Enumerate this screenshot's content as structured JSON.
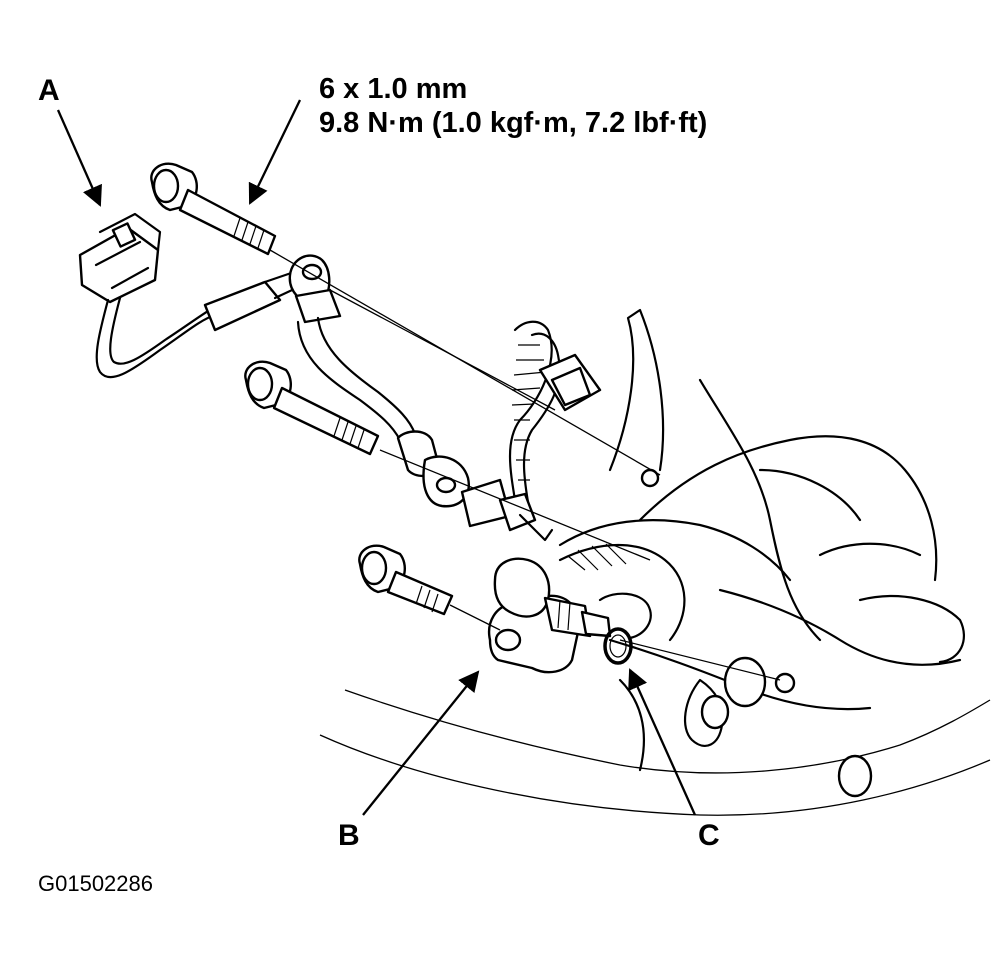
{
  "callouts": {
    "a": "A",
    "b": "B",
    "c": "C"
  },
  "bolt_spec": {
    "size": "6 x 1.0 mm",
    "torque": "9.8 N·m (1.0 kgf·m, 7.2 lbf·ft)"
  },
  "figure_code": "G01502286"
}
